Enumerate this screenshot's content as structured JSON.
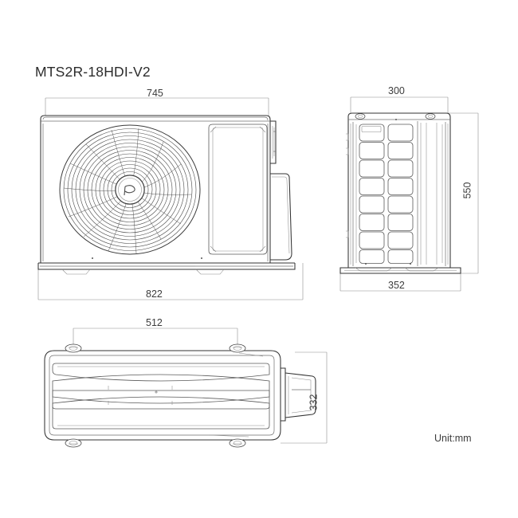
{
  "drawing": {
    "model_title": "MTS2R-18HDI-V2",
    "unit_note": "Unit:mm",
    "product_type": "outdoor-air-conditioner-unit",
    "background_color": "#ffffff",
    "line_color": "#333333",
    "text_color": "#3c3c3c"
  },
  "views": {
    "front": {
      "name": "front-view",
      "dimensions": {
        "top_width": "745",
        "bottom_width": "822"
      },
      "features": {
        "fan_grille": "circular-fan-guard",
        "side_panel": "rounded-rectangle-access-panel",
        "valve_cover": "right-side-valve-cover"
      }
    },
    "side": {
      "name": "side-view",
      "dimensions": {
        "top_depth": "300",
        "height": "550",
        "bottom_depth": "352"
      },
      "features": {
        "grille_rows": 8,
        "grille_columns": 2
      }
    },
    "top": {
      "name": "top-view",
      "dimensions": {
        "mount_span": "512",
        "depth": "332"
      },
      "features": {
        "louver_bands": 4,
        "mounting_feet": 4,
        "center_mark": "8"
      }
    }
  }
}
